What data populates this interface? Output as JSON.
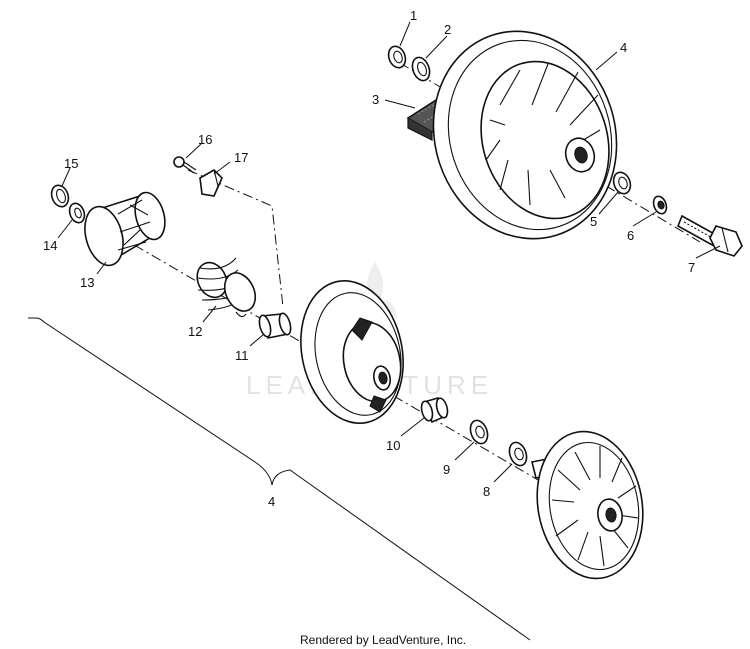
{
  "callouts": {
    "c1": "1",
    "c2": "2",
    "c3": "3",
    "c4": "4",
    "c5": "5",
    "c6": "6",
    "c7": "7",
    "c8": "8",
    "c9": "9",
    "c10": "10",
    "c11": "11",
    "c12": "12",
    "c13": "13",
    "c14": "14",
    "c15": "15",
    "c16": "16",
    "c17": "17",
    "c4_assembly": "4"
  },
  "watermark": "LEADVENTURE",
  "footer": "Rendered by LeadVenture, Inc."
}
